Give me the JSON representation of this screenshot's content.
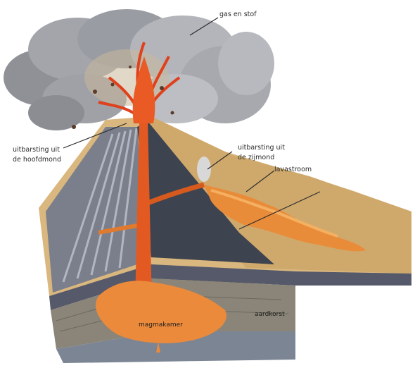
{
  "labels": {
    "gas": "gas en stof",
    "main_vent_line1": "uitbarsting uit",
    "main_vent_line2": "de hoofdmond",
    "side_vent_line1": "uitbarsting uit",
    "side_vent_line2": "de zijmond",
    "lava_flow": "lavastroom",
    "magma_chamber": "magmakamer",
    "crust": "aardkorst"
  }
}
